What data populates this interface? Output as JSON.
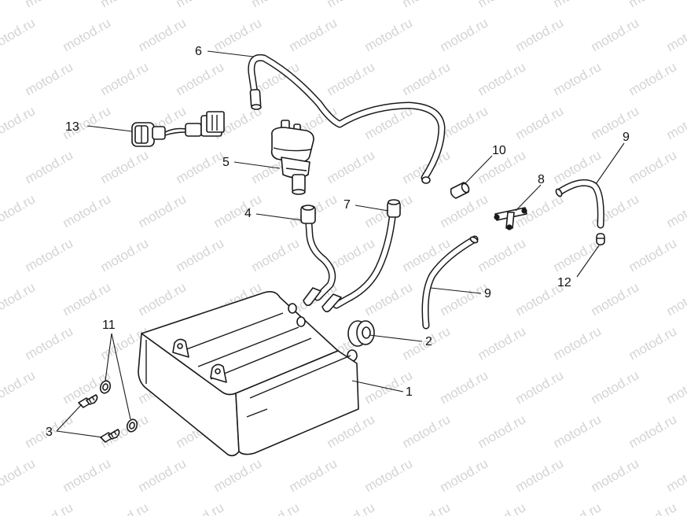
{
  "watermark": {
    "text": "motod.ru",
    "color": "#d4d4d4"
  },
  "callouts": {
    "c1": "1",
    "c2": "2",
    "c3": "3",
    "c4": "4",
    "c5": "5",
    "c6": "6",
    "c7": "7",
    "c8": "8",
    "c9a": "9",
    "c9b": "9",
    "c10": "10",
    "c11": "11",
    "c12": "12",
    "c13": "13"
  },
  "parts": [
    {
      "id": "1",
      "name": "canister"
    },
    {
      "id": "2",
      "name": "grommet"
    },
    {
      "id": "3",
      "name": "bolt"
    },
    {
      "id": "4",
      "name": "hose"
    },
    {
      "id": "5",
      "name": "valve"
    },
    {
      "id": "6",
      "name": "hose"
    },
    {
      "id": "7",
      "name": "hose"
    },
    {
      "id": "8",
      "name": "t-connector"
    },
    {
      "id": "9",
      "name": "hose"
    },
    {
      "id": "10",
      "name": "sleeve"
    },
    {
      "id": "11",
      "name": "washer"
    },
    {
      "id": "12",
      "name": "plug"
    },
    {
      "id": "13",
      "name": "connector"
    }
  ]
}
